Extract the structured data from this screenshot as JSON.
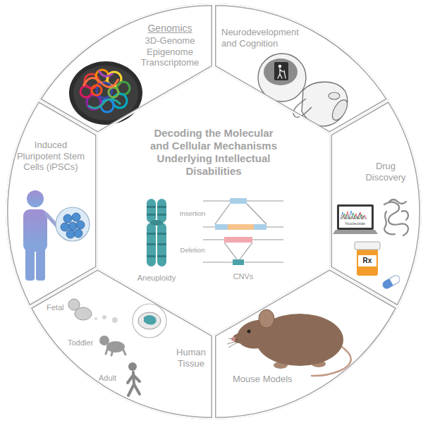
{
  "diagram": {
    "nodes": [
      {
        "text": [
          "Genomics",
          "3D-Genome Epigenome Transcriptome"
        ]
      },
      {
        "text": [
          "Neurodevelopment and Cognition"
        ]
      },
      {
        "text": [
          "Induced Pluripotent Stem Cells (iPSCs)"
        ]
      },
      {
        "text": [
          "Decoding the Molecular and Cellular Mechanisms Underlying Intellectual Disabilities"
        ]
      },
      {
        "text": [
          "Drug Discovery"
        ]
      },
      {
        "text": [
          "Human Tissue"
        ]
      },
      {
        "text": [
          "Mouse Models"
        ]
      }
    ],
    "labels": [
      "Insertion",
      "Deletion",
      "Aneuploidy",
      "CNVs",
      "Nucleotide",
      "Rx",
      "Fetal",
      "Toddler",
      "Adult"
    ]
  }
}
